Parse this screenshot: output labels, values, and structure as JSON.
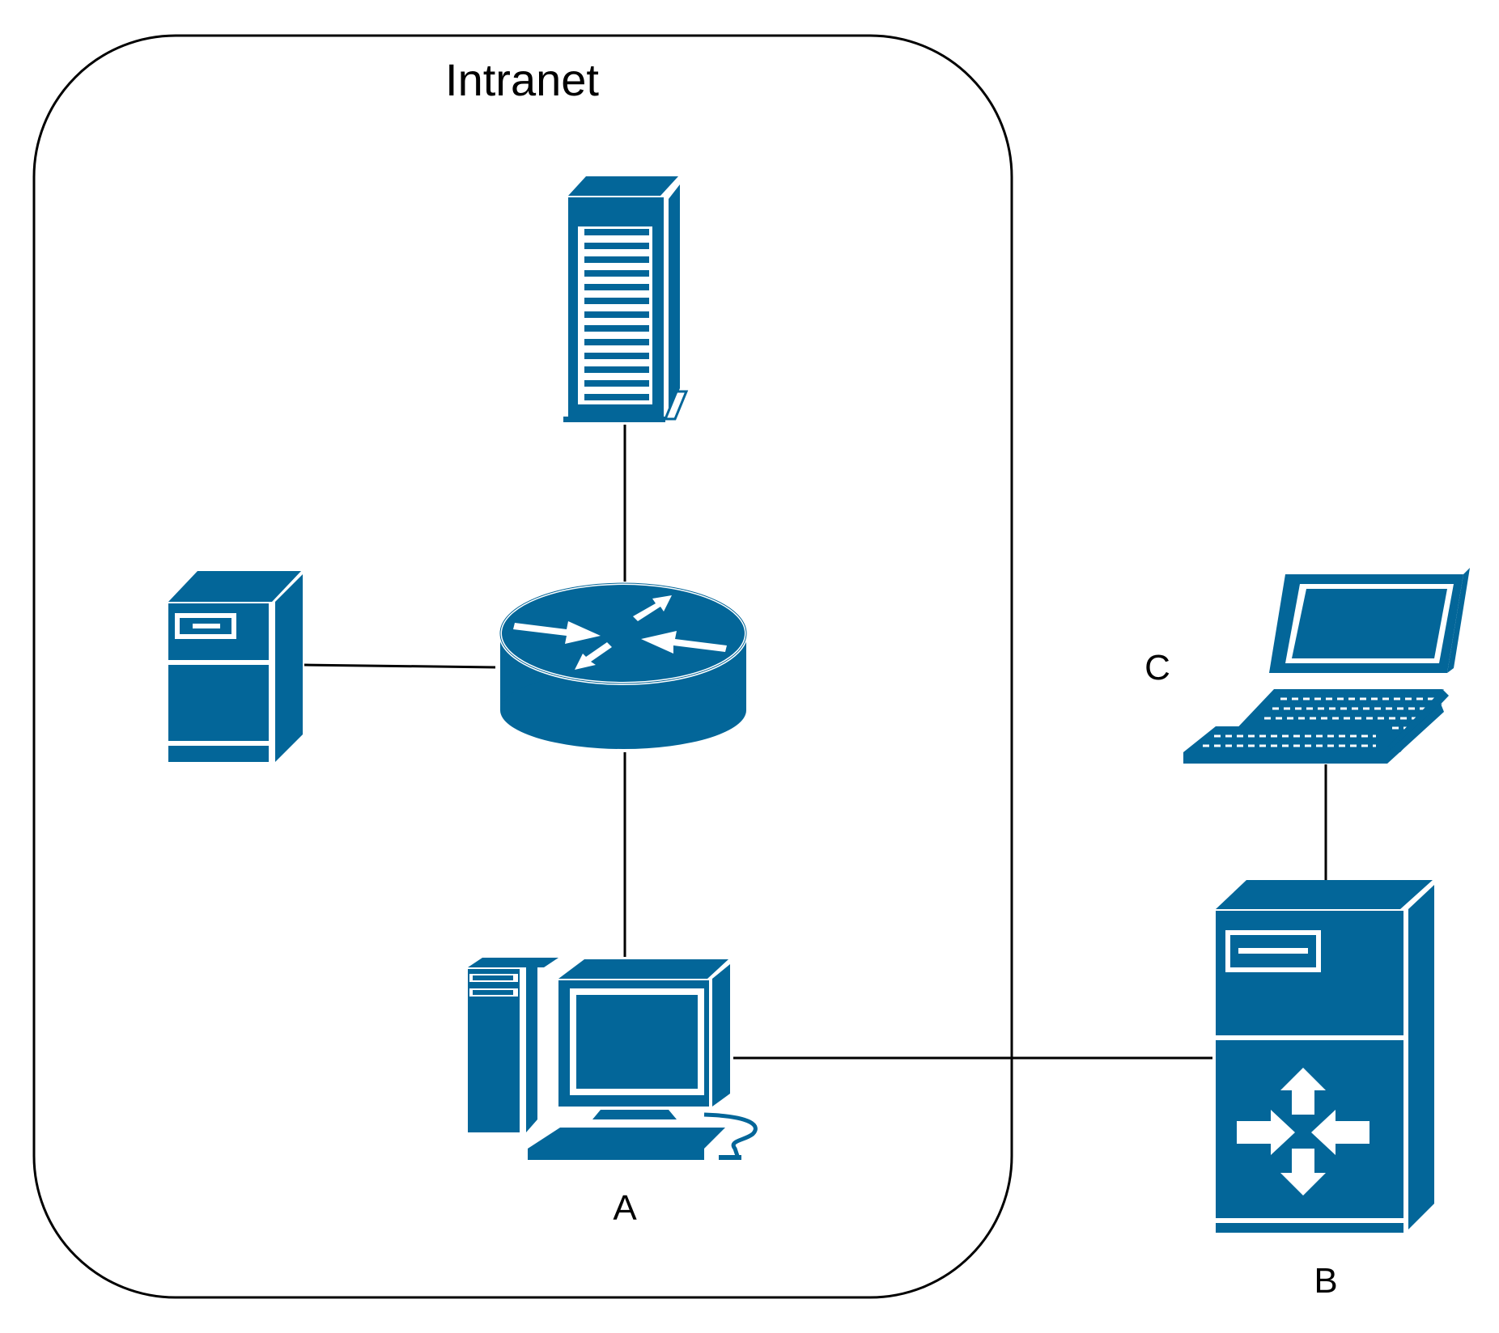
{
  "colors": {
    "device_fill": "#036699",
    "device_highlight": "#ffffff",
    "link": "#000000",
    "boundary": "#000000",
    "background": "#ffffff"
  },
  "intranet": {
    "title": "Intranet"
  },
  "labels": {
    "a": "A",
    "b": "B",
    "c": "C"
  },
  "devices": [
    {
      "id": "tower-server",
      "icon": "rack-server-icon",
      "label": ""
    },
    {
      "id": "router",
      "icon": "router-icon",
      "label": ""
    },
    {
      "id": "file-server",
      "icon": "file-server-icon",
      "label": ""
    },
    {
      "id": "workstation",
      "icon": "workstation-icon",
      "label": "A"
    },
    {
      "id": "routing-server",
      "icon": "layer3-switch-server-icon",
      "label": "B"
    },
    {
      "id": "laptop",
      "icon": "laptop-icon",
      "label": "C"
    }
  ],
  "links": [
    {
      "from": "tower-server",
      "to": "router"
    },
    {
      "from": "file-server",
      "to": "router"
    },
    {
      "from": "router",
      "to": "workstation"
    },
    {
      "from": "workstation",
      "to": "routing-server"
    },
    {
      "from": "laptop",
      "to": "routing-server"
    }
  ]
}
